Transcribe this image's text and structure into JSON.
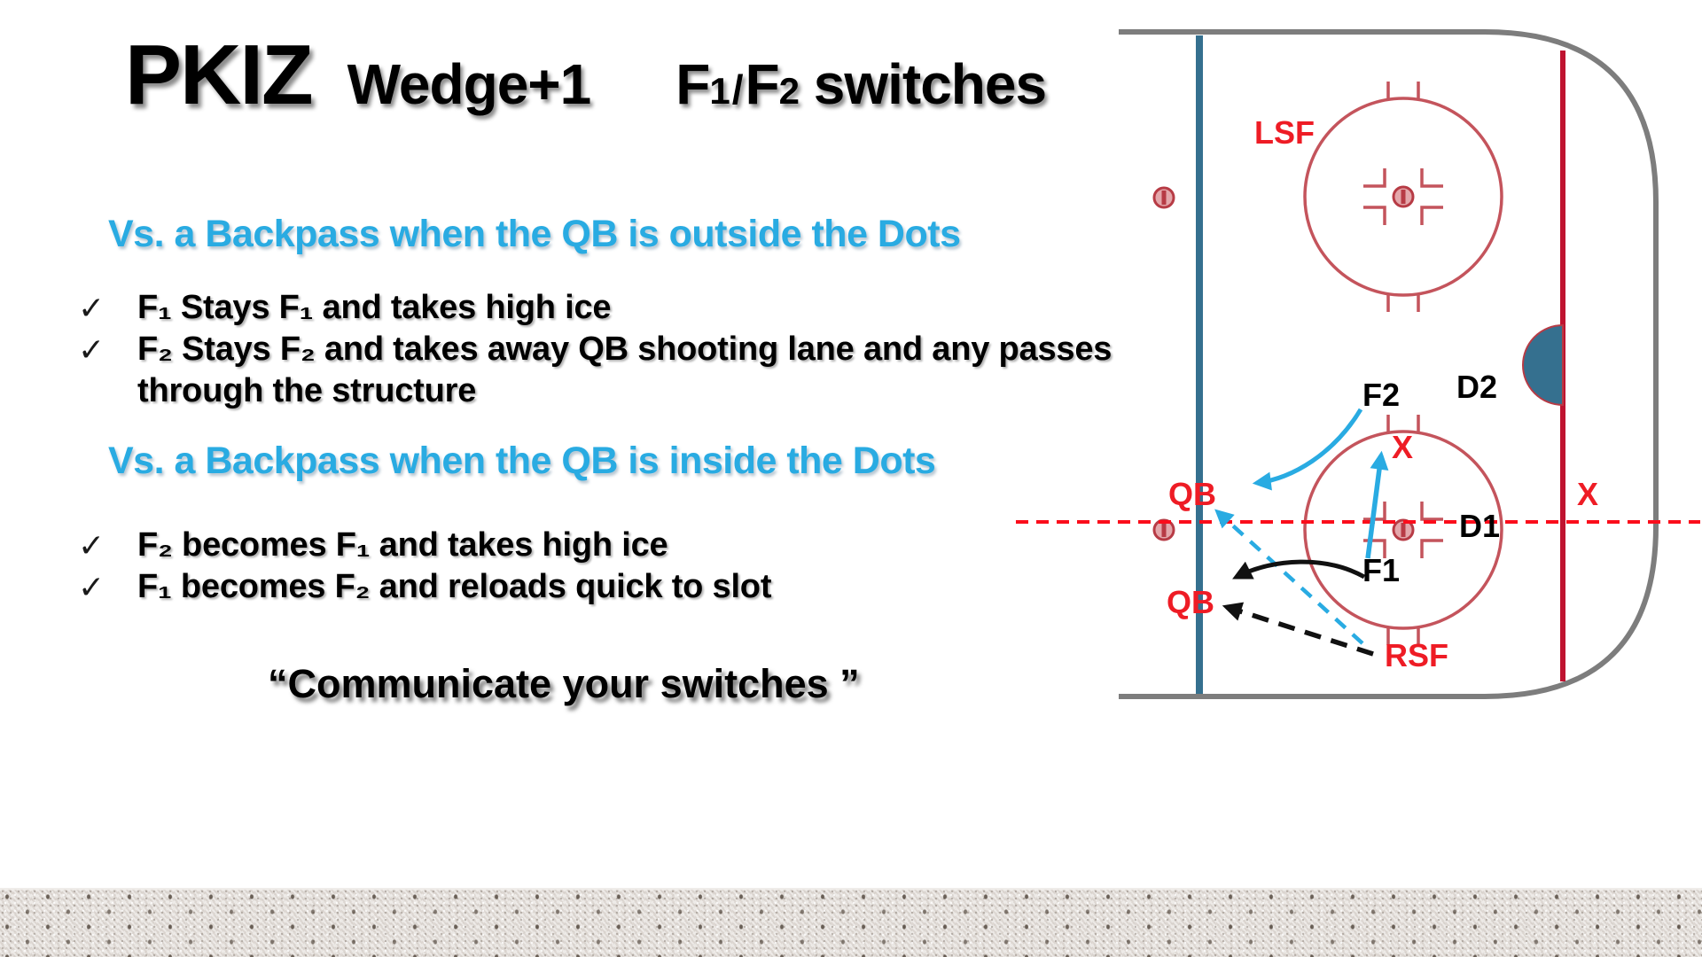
{
  "slide": {
    "title": {
      "word1": "PKIZ",
      "word2": "Wedge+1",
      "f_left": "F",
      "digit_left": "1",
      "slash": "/",
      "f_right": "F",
      "digit_right": "2",
      "rest": " switches"
    },
    "check_glyph": "✓",
    "section_outside": {
      "heading": "Vs. a Backpass when the QB is outside the Dots",
      "bullet1": "F₁ Stays F₁ and takes high ice",
      "bullet2": "F₂ Stays F₂ and takes away QB shooting lane and any passes through the structure"
    },
    "section_inside": {
      "heading": "Vs. a Backpass when the QB is inside the Dots",
      "bullet1": "F₂ becomes F₁ and takes high ice",
      "bullet2": "F₁ becomes F₂ and reloads quick to slot"
    },
    "quote": "“Communicate your switches ”"
  },
  "rink": {
    "labels": {
      "lsf": "LSF",
      "f2": "F2",
      "d2": "D2",
      "x_slot": "X",
      "qb_high": "QB",
      "x_wall": "X",
      "d1": "D1",
      "f1": "F1",
      "qb_low": "QB",
      "rsf": "RSF"
    },
    "colors": {
      "boards": "#7d7d7d",
      "blue_line": "#35708f",
      "goal_line": "#bf1330",
      "circle_red": "#c4545c",
      "label_red": "#ee1c25",
      "label_black": "#000000",
      "arrow_blue": "#29abe2",
      "arrow_black": "#111111",
      "dashed_line_red": "#fb0d1b",
      "heading_blue": "#29abe2"
    }
  }
}
